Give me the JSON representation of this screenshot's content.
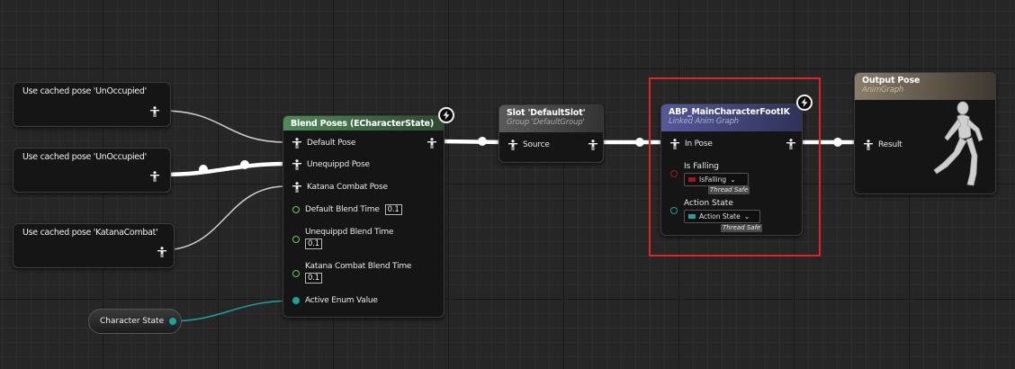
{
  "colors": {
    "accent_selection": "#e0232a",
    "blend_header": "#3f6b45",
    "slot_header": "#4a4a4a",
    "linked_header": "#45487a",
    "output_header": "#6e6456",
    "pose_wire": "#ffffff",
    "enum_wire": "#1aa39a",
    "float_pin": "#62d44a",
    "bool_pin": "#a0141a"
  },
  "cached_poses": [
    {
      "title": "Use cached pose 'UnOccupied'"
    },
    {
      "title": "Use cached pose 'UnOccupied'"
    },
    {
      "title": "Use cached pose 'KatanaCombat'"
    }
  ],
  "blend_poses": {
    "title": "Blend Poses (ECharacterState)",
    "inputs": [
      "Default Pose",
      "Unequippd Pose",
      "Katana Combat Pose"
    ],
    "blend_times": [
      {
        "label": "Default Blend Time",
        "value": "0.1"
      },
      {
        "label": "Unequippd Blend Time",
        "value": "0.1"
      },
      {
        "label": "Katana Combat Blend Time",
        "value": "0.1"
      }
    ],
    "enum_label": "Active Enum Value",
    "icon": "bolt-icon"
  },
  "slot": {
    "title": "Slot 'DefaultSlot'",
    "subtitle": "Group 'DefaultGroup'",
    "input_label": "Source"
  },
  "linked": {
    "title": "ABP_MainCharacterFootIK",
    "subtitle": "Linked Anim Graph",
    "in_pose": "In Pose",
    "is_falling_label": "Is Falling",
    "is_falling_value": "IsFalling",
    "action_state_label": "Action State",
    "action_state_value": "Action State",
    "thread_safe": "Thread Safe",
    "icon": "bolt-icon"
  },
  "output": {
    "title": "Output Pose",
    "subtitle": "AnimGraph",
    "result_label": "Result",
    "icon": "mannequin-icon"
  },
  "variable": {
    "label": "Character State"
  }
}
